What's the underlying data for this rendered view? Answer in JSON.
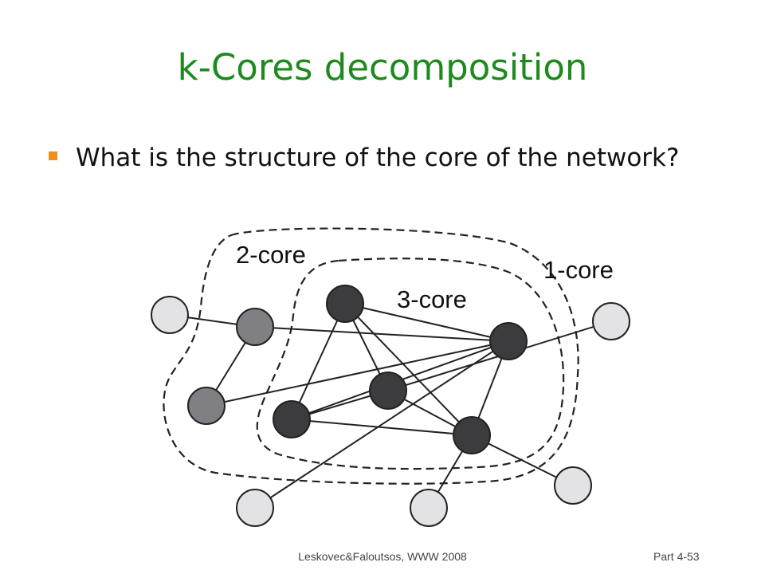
{
  "slide": {
    "title": "k-Cores decomposition",
    "bullet": "What is the structure of the core of the network?",
    "colors": {
      "title": "#1e8a1e",
      "bullet_marker": "#f08f1a"
    }
  },
  "diagram": {
    "labels": {
      "core2": "2-core",
      "core1": "1-core",
      "core3": "3-core"
    },
    "node_colors": {
      "k3": "#3c3c3e",
      "k2": "#808084",
      "k1": "#e3e3e6"
    },
    "nodes": [
      {
        "id": "A",
        "k": 3
      },
      {
        "id": "B",
        "k": 3
      },
      {
        "id": "C",
        "k": 3
      },
      {
        "id": "D",
        "k": 3
      },
      {
        "id": "E",
        "k": 3
      },
      {
        "id": "F",
        "k": 2
      },
      {
        "id": "G",
        "k": 2
      },
      {
        "id": "L1",
        "k": 1
      },
      {
        "id": "L2",
        "k": 1
      },
      {
        "id": "L3",
        "k": 1
      },
      {
        "id": "L4",
        "k": 1
      },
      {
        "id": "L5",
        "k": 1
      }
    ],
    "edges": [
      [
        "A",
        "B"
      ],
      [
        "A",
        "C"
      ],
      [
        "A",
        "D"
      ],
      [
        "A",
        "E"
      ],
      [
        "B",
        "C"
      ],
      [
        "B",
        "E"
      ],
      [
        "C",
        "D"
      ],
      [
        "C",
        "E"
      ],
      [
        "D",
        "E"
      ],
      [
        "F",
        "D"
      ],
      [
        "F",
        "G"
      ],
      [
        "G",
        "D"
      ],
      [
        "L1",
        "F"
      ],
      [
        "L2",
        "B"
      ],
      [
        "L3",
        "D"
      ],
      [
        "L4",
        "E"
      ],
      [
        "L5",
        "E"
      ]
    ]
  },
  "footer": {
    "citation": "Leskovec&Faloutsos, WWW 2008",
    "part": "Part 4-53"
  }
}
